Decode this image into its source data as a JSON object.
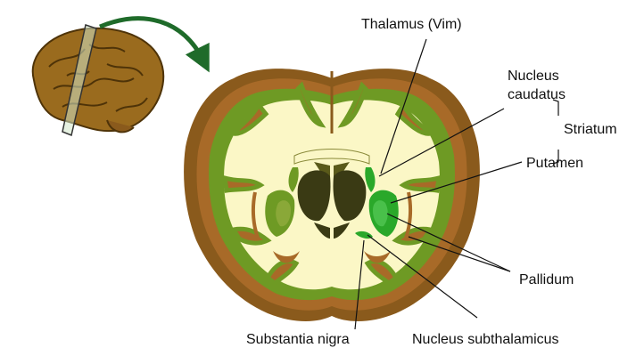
{
  "labels": {
    "thalamus": "Thalamus (Vim)",
    "nucleus_caudatus_1": "Nucleus",
    "nucleus_caudatus_2": "caudatus",
    "striatum": "Striatum",
    "putamen": "Putamen",
    "pallidum": "Pallidum",
    "substantia_nigra": "Substantia nigra",
    "nucleus_subthalamicus": "Nucleus subthalamicus"
  },
  "colors": {
    "cortex_outer": "#8a5a1c",
    "grey_matter": "#a86a28",
    "green_matter": "#6e9a24",
    "white_matter": "#fbf7c6",
    "dark_nuclei": "#3a3a14",
    "highlight_green": "#2aa82a",
    "arrow_green": "#1f6b2a"
  }
}
